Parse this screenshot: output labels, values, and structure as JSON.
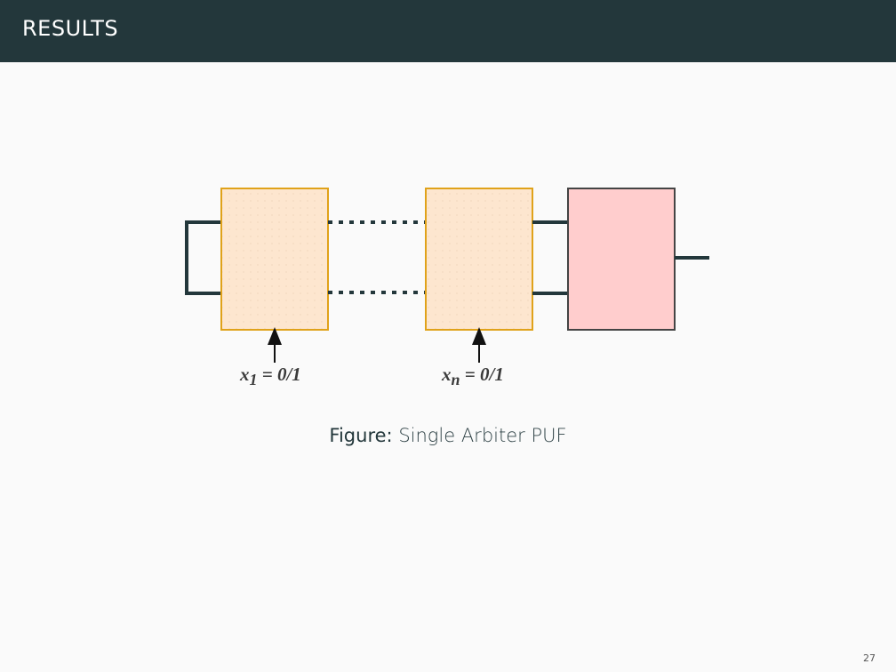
{
  "header": {
    "title": "RESULTS"
  },
  "diagram": {
    "stage_first": {
      "var": "x",
      "sub": "1",
      "eq": " = 0/1"
    },
    "stage_last": {
      "var": "x",
      "sub": "n",
      "eq": " = 0/1"
    },
    "colors": {
      "stage_fill": "#fde6cf",
      "stage_stroke": "#e0a21a",
      "arbiter_fill": "#ffcdcd",
      "arbiter_stroke": "#444444",
      "wire": "#23373b"
    }
  },
  "caption": {
    "label": "Figure:",
    "text": "Single Arbiter PUF"
  },
  "footer": {
    "page_number": "27"
  }
}
